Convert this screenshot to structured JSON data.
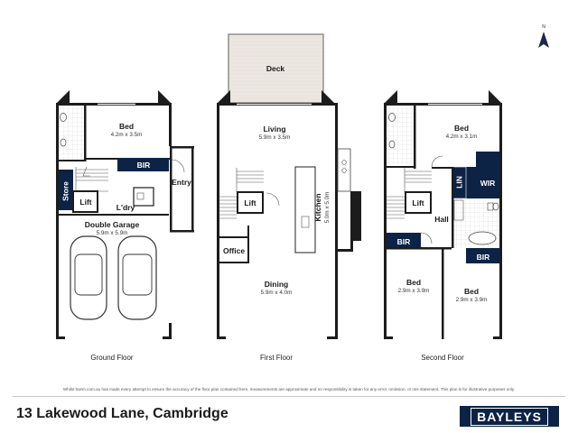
{
  "rooms": {
    "deck": "Deck",
    "ground_bed": {
      "name": "Bed",
      "dim": "4.2m x 3.5m"
    },
    "ground_bir": "BIR",
    "entry": "Entry",
    "store": "Store",
    "ground_lift": "Lift",
    "laundry": "L'dry",
    "garage": {
      "name": "Double Garage",
      "dim": "5.9m x 5.9m"
    },
    "living": {
      "name": "Living",
      "dim": "5.9m x 3.5m"
    },
    "first_lift": "Lift",
    "kitchen": {
      "name": "Kitchen",
      "dim": "5.0m x 5.0m"
    },
    "office": "Office",
    "dining": {
      "name": "Dining",
      "dim": "5.9m x 4.0m"
    },
    "master_bed": {
      "name": "Bed",
      "dim": "4.2m x 3.1m"
    },
    "lin": "LIN",
    "wir": "WIR",
    "second_lift": "Lift",
    "hall": "Hall",
    "bir_left": "BIR",
    "bir_right": "BIR",
    "bed_left": {
      "name": "Bed",
      "dim": "2.9m x 3.9m"
    },
    "bed_right": {
      "name": "Bed",
      "dim": "2.9m x 3.9m"
    }
  },
  "floors": [
    "Ground Floor",
    "First Floor",
    "Second Floor"
  ],
  "compass": "N",
  "disclaimer": "Whilst bwrm.com.au has made every attempt to ensure the accuracy of the floor plan contained here, measurements are approximate and no responsibility is taken for any error, omission, or mis-statement. This plan is for illustrative purposes only.",
  "address": "13 Lakewood Lane, Cambridge",
  "brand": "BAYLEYS",
  "colors": {
    "accent": "#0c2345",
    "wall": "#1c1c1c",
    "deck": "#ebe6e1"
  }
}
